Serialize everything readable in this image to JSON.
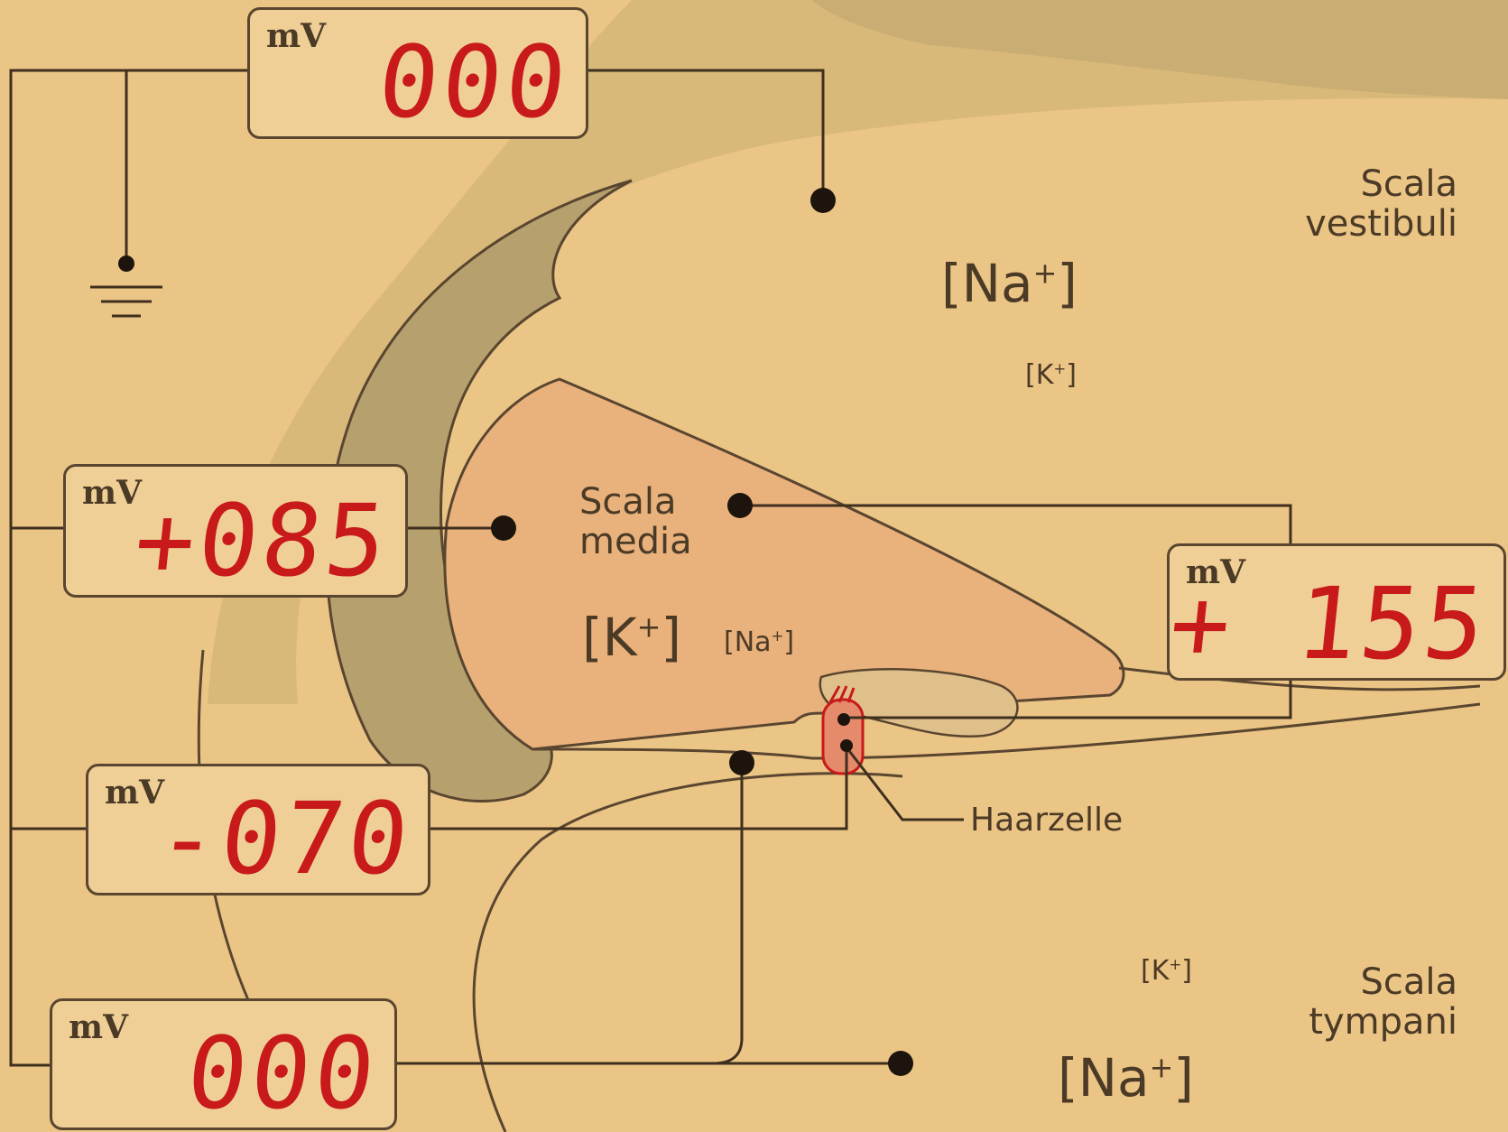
{
  "meters": {
    "top": {
      "unit": "mV",
      "value": "000"
    },
    "media": {
      "unit": "mV",
      "value": "+085"
    },
    "right": {
      "unit": "mV",
      "value": "+ 155"
    },
    "cell": {
      "unit": "mV",
      "value": "-070"
    },
    "bottom": {
      "unit": "mV",
      "value": "000"
    }
  },
  "labels": {
    "vestibuli": "Scala\nvestibuli",
    "media": "Scala\nmedia",
    "tympani": "Scala\ntympani",
    "haarzelle": "Haarzelle",
    "vestibuli_na": {
      "base": "[Na",
      "sup": "+",
      "end": "]"
    },
    "vestibuli_k": {
      "base": "[K",
      "sup": "+",
      "end": "]"
    },
    "media_k": {
      "base": "[K",
      "sup": "+",
      "end": "]"
    },
    "media_na": {
      "base": "[Na",
      "sup": "+",
      "end": "]"
    },
    "tympani_k": {
      "base": "[K",
      "sup": "+",
      "end": "]"
    },
    "tympani_na": {
      "base": "[Na",
      "sup": "+",
      "end": "]"
    }
  },
  "colors": {
    "background": "#ebc585",
    "membrane": "#d6b777",
    "stria": "#b9a16b",
    "media_fill": "#eab57f",
    "digits": "#c8191b",
    "lines": "#3f2f1e"
  }
}
